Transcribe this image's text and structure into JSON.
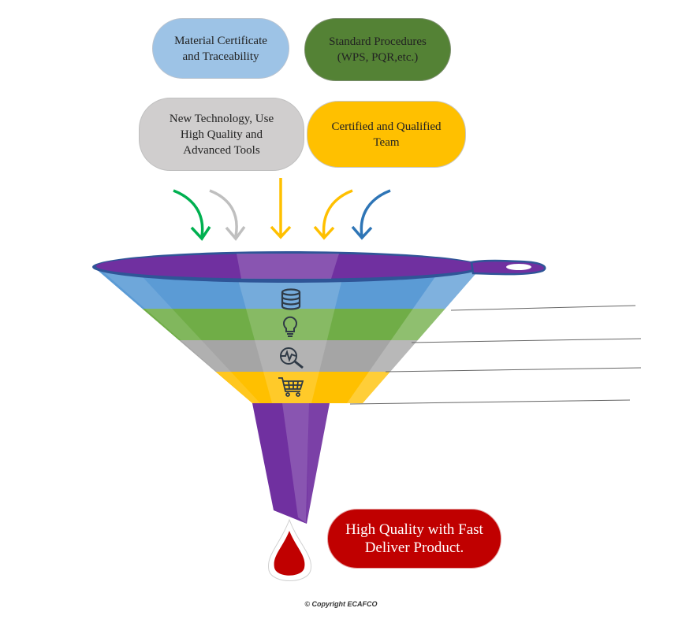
{
  "inputs": [
    {
      "label": "Material Certificate\nand Traceability",
      "color": "#9dc3e6"
    },
    {
      "label": "Standard Procedures\n(WPS, PQR,etc.)",
      "color": "#548235"
    },
    {
      "label": "New Technology, Use\nHigh Quality and\nAdvanced Tools",
      "color": "#d0cece"
    },
    {
      "label": "Certified and Qualified\nTeam",
      "color": "#ffc000"
    }
  ],
  "arrows": [
    {
      "color": "#00b050"
    },
    {
      "color": "#bfbfbf"
    },
    {
      "color": "#ffc000"
    },
    {
      "color": "#ffc000"
    },
    {
      "color": "#2e75b6"
    }
  ],
  "funnel": {
    "rim_color": "#7030a0",
    "rim_outline": "#2f5597",
    "layers": [
      {
        "icon": "database-icon",
        "color": "#5b9bd5"
      },
      {
        "icon": "lightbulb-icon",
        "color": "#70ad47"
      },
      {
        "icon": "analytics-magnifier-icon",
        "color": "#a5a5a5"
      },
      {
        "icon": "shopping-cart-icon",
        "color": "#ffc000"
      }
    ],
    "spout_color": "#7030a0"
  },
  "result": {
    "label": "High Quality with Fast\nDeliver Product.",
    "color": "#c00000"
  },
  "drop_color": "#c00000",
  "copyright": "© Copyright ECAFCO"
}
